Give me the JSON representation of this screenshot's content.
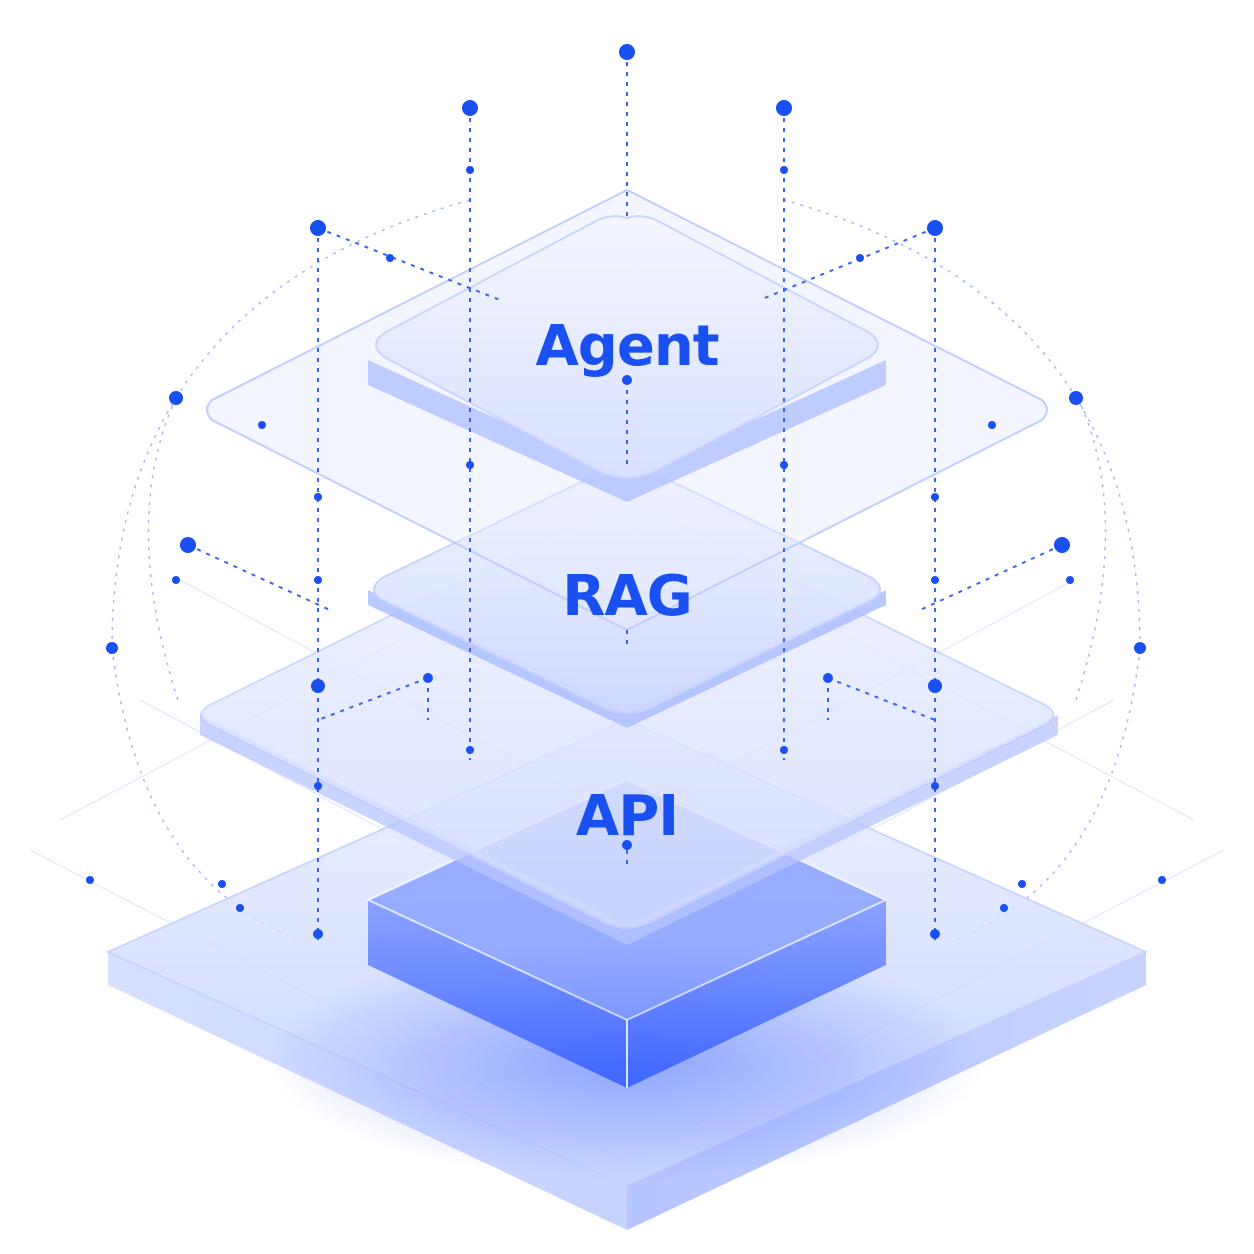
{
  "diagram": {
    "labels": {
      "top": "Agent",
      "middle": "RAG",
      "bottom": "API"
    },
    "colors": {
      "accent": "#1a4ff0",
      "text": "#1a4ff0",
      "glass_fill": "#dfe6ff",
      "glass_edge": "#c4d0ff",
      "block_fill": "#3b64ff",
      "background": "#ffffff"
    }
  }
}
